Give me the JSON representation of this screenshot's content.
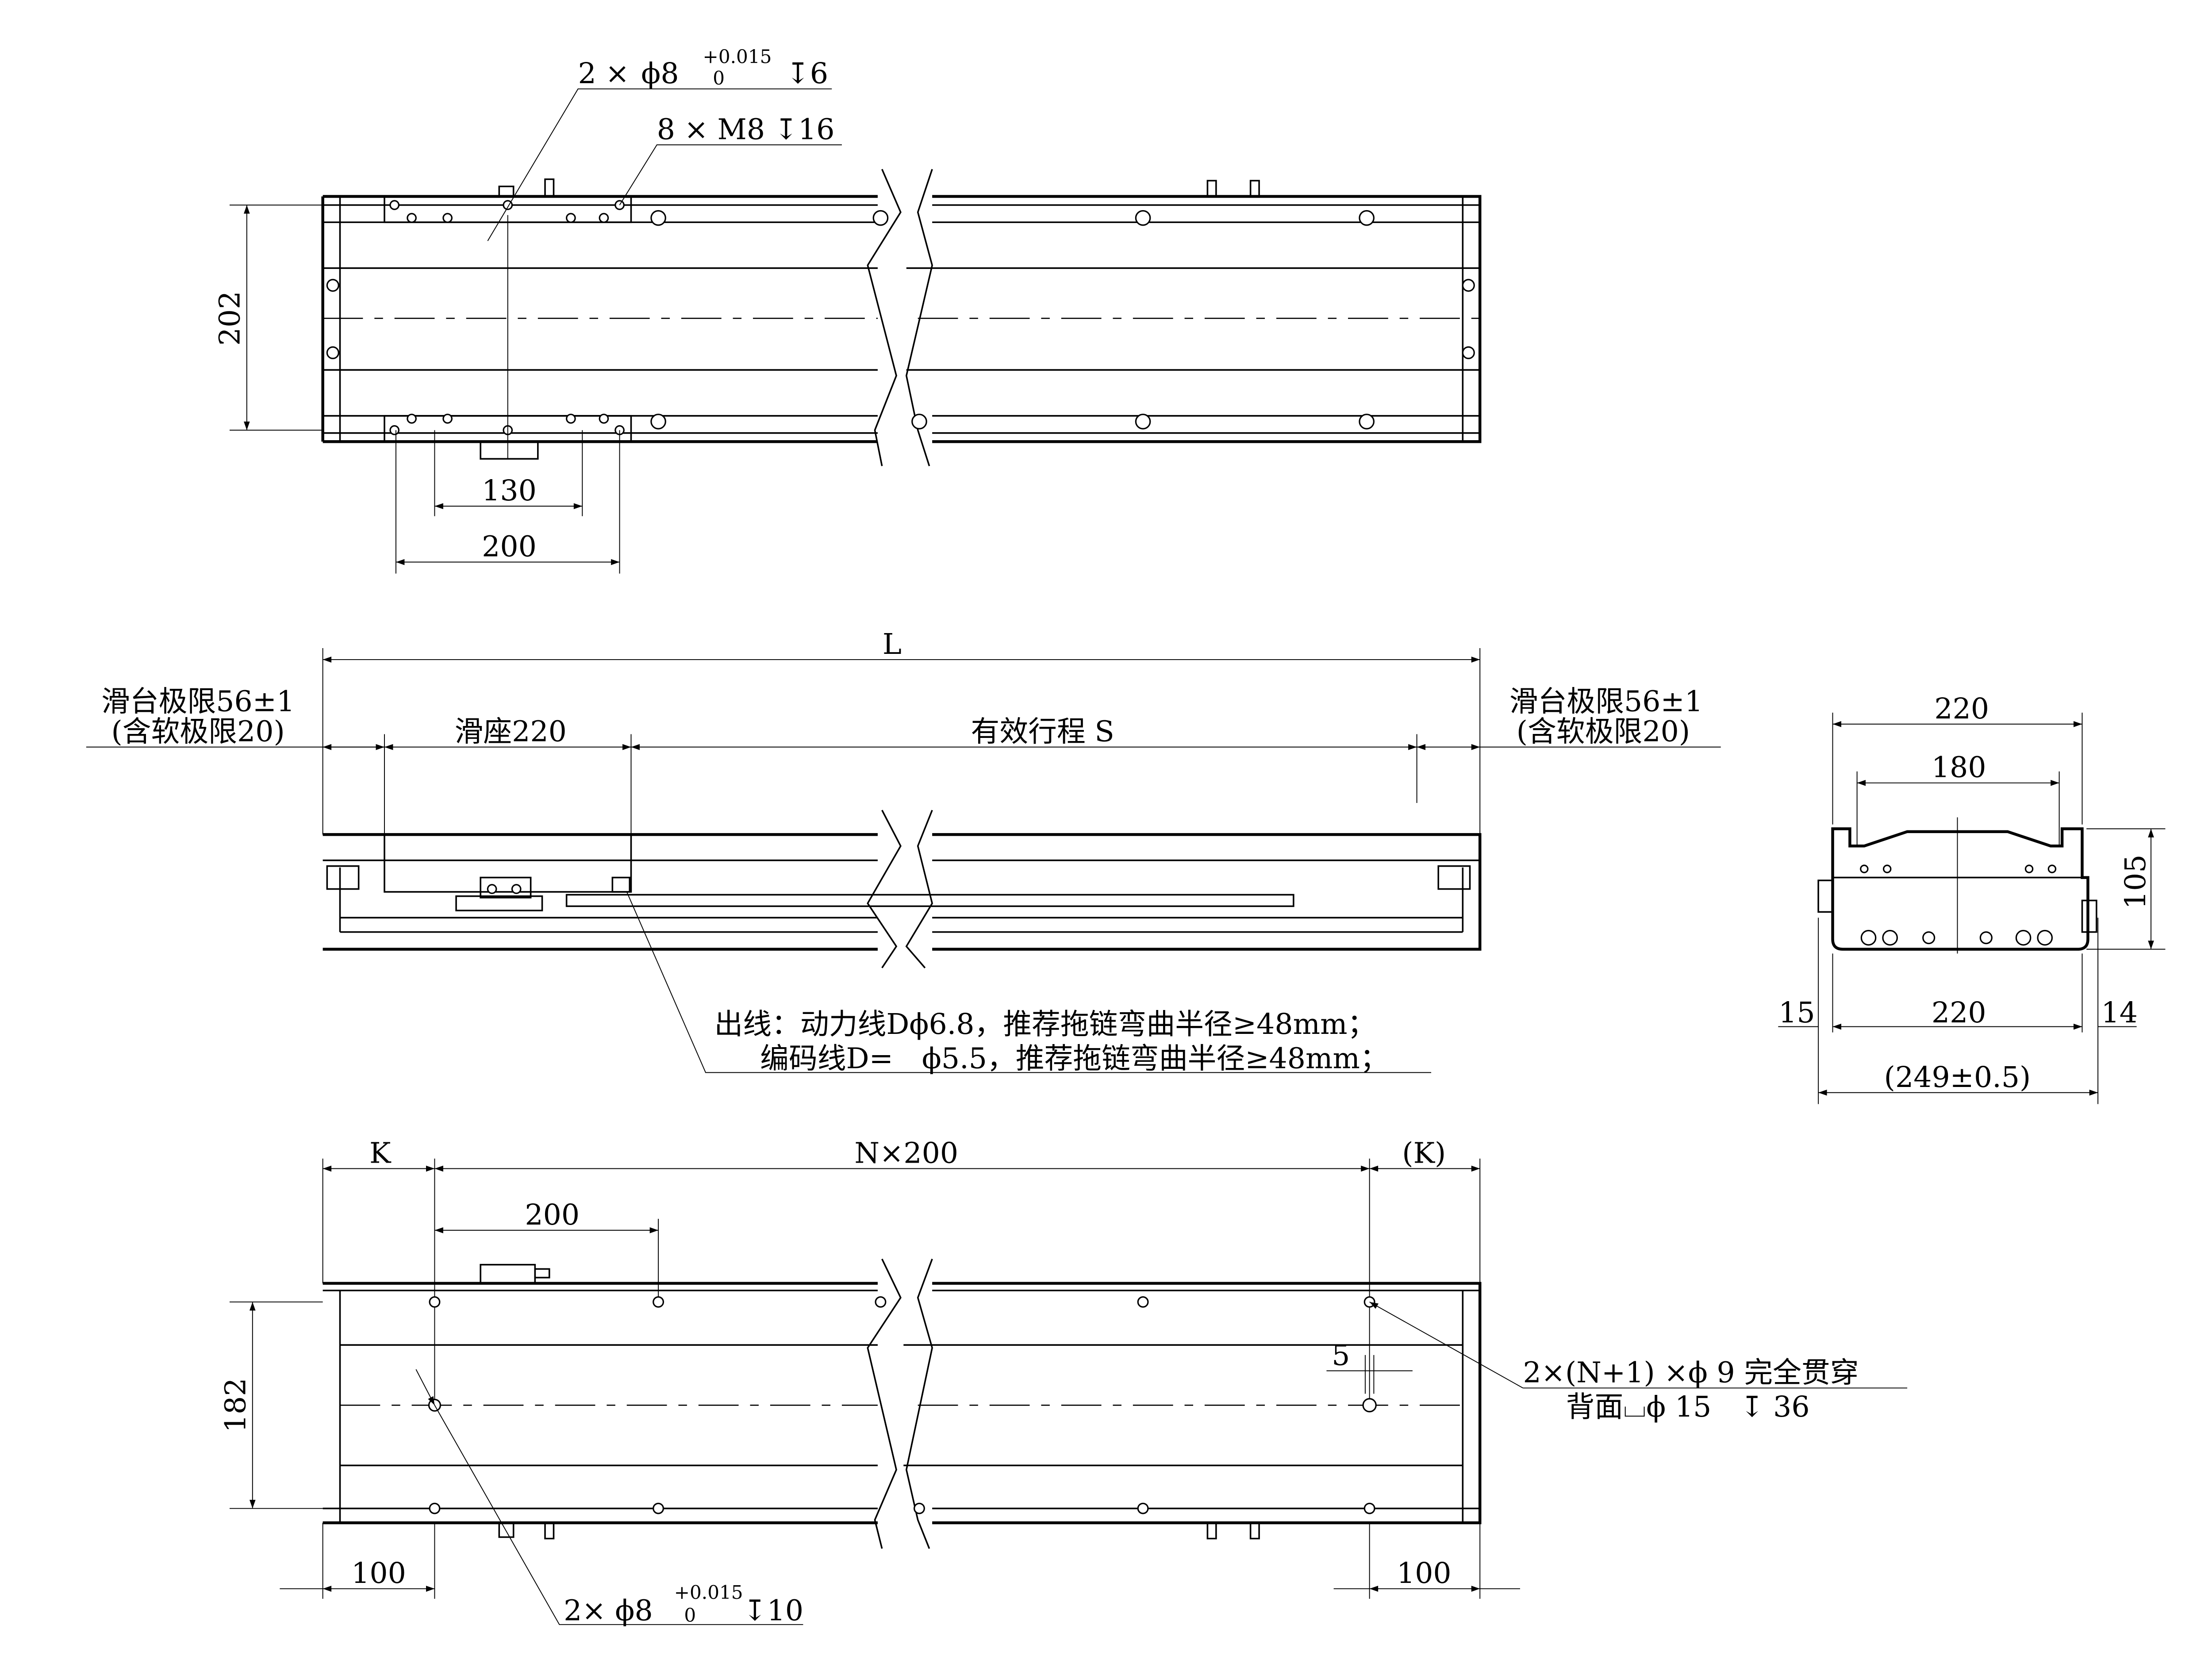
{
  "top_view": {
    "callout_pin": {
      "qty": "2 ×",
      "dia": "ϕ8",
      "tol_upper": "+0.015",
      "tol_lower": "0",
      "depth": "↧6"
    },
    "callout_thread": "8 × M8 ↧16",
    "dim_width": "202",
    "dim_130": "130",
    "dim_200": "200"
  },
  "side_view": {
    "dim_L": "L",
    "limit_left": "滑台极限56±1",
    "limit_left_sub": "(含软极限20)",
    "limit_right": "滑台极限56±1",
    "limit_right_sub": "(含软极限20)",
    "slider": "滑座220",
    "stroke": "有效行程 S",
    "note_line1": "出线：动力线Dϕ6.8，推荐拖链弯曲半径≥48mm；",
    "note_line2": "编码线D=　ϕ5.5，推荐拖链弯曲半径≥48mm；"
  },
  "end_view": {
    "dim_220_top": "220",
    "dim_180": "180",
    "dim_105": "105",
    "dim_15": "15",
    "dim_220_bottom": "220",
    "dim_14": "14",
    "dim_overall": "(249±0.5)"
  },
  "bottom_view": {
    "dim_K": "K",
    "dim_N200": "N×200",
    "dim_K_ref": "(K)",
    "dim_200": "200",
    "dim_182": "182",
    "dim_100_left": "100",
    "dim_100_right": "100",
    "dim_5": "5",
    "callout_holes_1": "2×(N+1) ×ϕ 9 完全贯穿",
    "callout_holes_2": "背面⌴ϕ 15　↧ 36",
    "callout_pin": {
      "qty": "2× ϕ8",
      "tol_upper": "+0.015",
      "tol_lower": "0",
      "depth": "↧10"
    }
  }
}
